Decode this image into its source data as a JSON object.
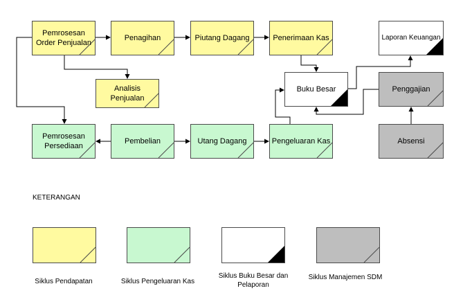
{
  "nodes": {
    "pemrosesan_order": "Pemrosesan Order Penjualan",
    "penagihan": "Penagihan",
    "piutang_dagang": "Piutang Dagang",
    "penerimaan_kas": "Penerimaan Kas",
    "laporan_keuangan": "Laporan Keuangan",
    "analisis_penjualan": "Analisis Penjualan",
    "buku_besar": "Buku Besar",
    "penggajian": "Penggajian",
    "pemrosesan_persediaan": "Pemrosesan Persediaan",
    "pembelian": "Pembelian",
    "utang_dagang": "Utang Dagang",
    "pengeluaran_kas": "Pengeluaran Kas",
    "absensi": "Absensi"
  },
  "legend": {
    "heading": "KETERANGAN",
    "items": [
      {
        "label": "Siklus Pendapatan",
        "color": "#fffaa0",
        "corner": "line"
      },
      {
        "label": "Siklus Pengeluaran Kas",
        "color": "#c8f8d0",
        "corner": "line"
      },
      {
        "label": "Siklus Buku Besar dan Pelaporan",
        "color": "#ffffff",
        "corner": "filled"
      },
      {
        "label": "Siklus Manajemen SDM",
        "color": "#bebebe",
        "corner": "line"
      }
    ]
  },
  "colors": {
    "revenue": "#fffaa0",
    "expenditure": "#c8f8d0",
    "ledger": "#ffffff",
    "hr": "#bebebe",
    "stroke": "#4a4a4a"
  }
}
